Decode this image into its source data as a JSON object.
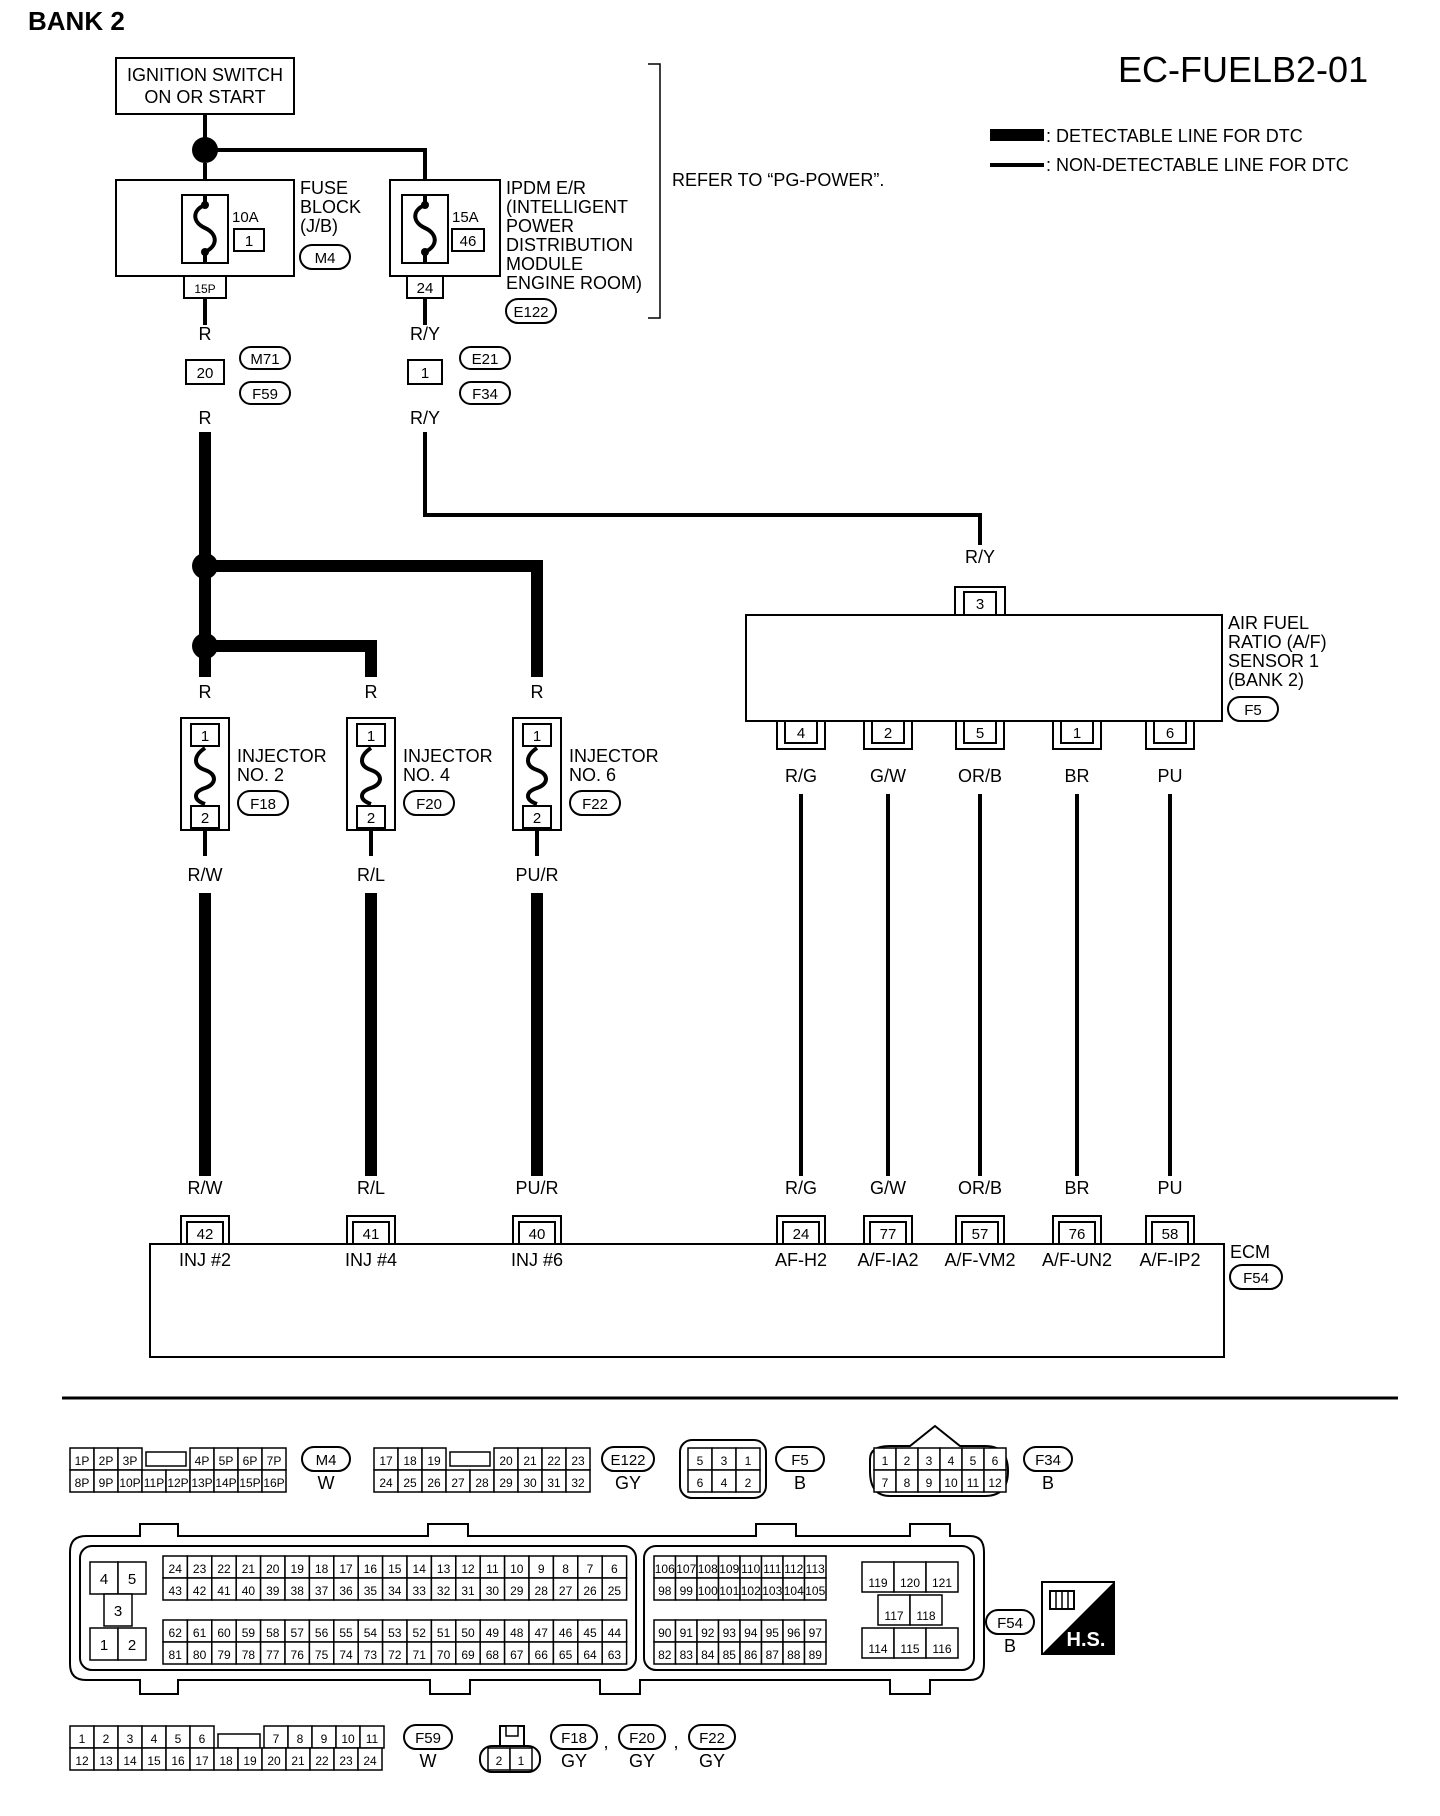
{
  "header": {
    "bank": "BANK 2",
    "code": "EC-FUELB2-01"
  },
  "legend": {
    "detectable": ": DETECTABLE LINE FOR DTC",
    "non_detectable": ": NON-DETECTABLE LINE FOR DTC"
  },
  "power": {
    "ignition": [
      "IGNITION SWITCH",
      "ON OR START"
    ],
    "refer": "REFER TO “PG-POWER”.",
    "fuse_block": {
      "label": [
        "FUSE",
        "BLOCK",
        "(J/B)"
      ],
      "amp": "10A",
      "num": "1",
      "conn": "M4",
      "pin": "15P"
    },
    "ipdm": {
      "label": [
        "IPDM E/R",
        "(INTELLIGENT",
        "POWER",
        "DISTRIBUTION",
        "MODULE",
        "ENGINE ROOM)"
      ],
      "amp": "15A",
      "num": "46",
      "conn": "E122",
      "pin": "24"
    }
  },
  "splices": {
    "left": {
      "pin": "20",
      "conns": [
        "M71",
        "F59"
      ],
      "color_top": "R",
      "color_bottom": "R"
    },
    "right": {
      "pin": "1",
      "conns": [
        "E21",
        "F34"
      ],
      "color_top": "R/Y",
      "color_bottom": "R/Y"
    }
  },
  "injectors": [
    {
      "name": [
        "INJECTOR",
        "NO. 2"
      ],
      "conn": "F18",
      "pin_top": "1",
      "pin_bottom": "2",
      "wire_in": "R",
      "wire_out": "R/W",
      "ecm_color": "R/W",
      "ecm_pin": "42",
      "ecm_label": "INJ #2"
    },
    {
      "name": [
        "INJECTOR",
        "NO. 4"
      ],
      "conn": "F20",
      "pin_top": "1",
      "pin_bottom": "2",
      "wire_in": "R",
      "wire_out": "R/L",
      "ecm_color": "R/L",
      "ecm_pin": "41",
      "ecm_label": "INJ #4"
    },
    {
      "name": [
        "INJECTOR",
        "NO. 6"
      ],
      "conn": "F22",
      "pin_top": "1",
      "pin_bottom": "2",
      "wire_in": "R",
      "wire_out": "PU/R",
      "ecm_color": "PU/R",
      "ecm_pin": "40",
      "ecm_label": "INJ #6"
    }
  ],
  "af_sensor": {
    "label": [
      "AIR FUEL",
      "RATIO (A/F)",
      "SENSOR 1",
      "(BANK 2)"
    ],
    "conn": "F5",
    "feed_color": "R/Y",
    "feed_pin": "3",
    "pins": [
      {
        "pin": "4",
        "color": "R/G",
        "ecm_pin": "24",
        "ecm_label": "AF-H2"
      },
      {
        "pin": "2",
        "color": "G/W",
        "ecm_pin": "77",
        "ecm_label": "A/F-IA2"
      },
      {
        "pin": "5",
        "color": "OR/B",
        "ecm_pin": "57",
        "ecm_label": "A/F-VM2"
      },
      {
        "pin": "1",
        "color": "BR",
        "ecm_pin": "76",
        "ecm_label": "A/F-UN2"
      },
      {
        "pin": "6",
        "color": "PU",
        "ecm_pin": "58",
        "ecm_label": "A/F-IP2"
      }
    ]
  },
  "ecm": {
    "label": "ECM",
    "conn": "F54"
  },
  "connectors": {
    "m4": {
      "row1": [
        "1P",
        "2P",
        "3P",
        "4P",
        "5P",
        "6P",
        "7P"
      ],
      "row2": [
        "8P",
        "9P",
        "10P",
        "11P",
        "12P",
        "13P",
        "14P",
        "15P",
        "16P"
      ],
      "name": "M4",
      "color": "W"
    },
    "e122": {
      "row1": [
        "17",
        "18",
        "19",
        "20",
        "21",
        "22",
        "23"
      ],
      "row2": [
        "24",
        "25",
        "26",
        "27",
        "28",
        "29",
        "30",
        "31",
        "32"
      ],
      "name": "E122",
      "color": "GY"
    },
    "f5": {
      "row1": [
        "5",
        "3",
        "1"
      ],
      "row2": [
        "6",
        "4",
        "2"
      ],
      "name": "F5",
      "color": "B"
    },
    "f34": {
      "row1": [
        "1",
        "2",
        "3",
        "4",
        "5",
        "6"
      ],
      "row2": [
        "7",
        "8",
        "9",
        "10",
        "11",
        "12"
      ],
      "name": "F34",
      "color": "B"
    },
    "f54": {
      "name": "F54",
      "color": "B",
      "left_block": [
        "4",
        "5",
        "3",
        "1",
        "2"
      ],
      "a_row1": [
        "24",
        "23",
        "22",
        "21",
        "20",
        "19",
        "18",
        "17",
        "16",
        "15",
        "14",
        "13",
        "12",
        "11",
        "10",
        "9",
        "8",
        "7",
        "6"
      ],
      "a_row2": [
        "43",
        "42",
        "41",
        "40",
        "39",
        "38",
        "37",
        "36",
        "35",
        "34",
        "33",
        "32",
        "31",
        "30",
        "29",
        "28",
        "27",
        "26",
        "25"
      ],
      "a_row3": [
        "62",
        "61",
        "60",
        "59",
        "58",
        "57",
        "56",
        "55",
        "54",
        "53",
        "52",
        "51",
        "50",
        "49",
        "48",
        "47",
        "46",
        "45",
        "44"
      ],
      "a_row4": [
        "81",
        "80",
        "79",
        "78",
        "77",
        "76",
        "75",
        "74",
        "73",
        "72",
        "71",
        "70",
        "69",
        "68",
        "67",
        "66",
        "65",
        "64",
        "63"
      ],
      "b_row1": [
        "106",
        "107",
        "108",
        "109",
        "110",
        "111",
        "112",
        "113"
      ],
      "b_row2": [
        "98",
        "99",
        "100",
        "101",
        "102",
        "103",
        "104",
        "105"
      ],
      "b_row3": [
        "90",
        "91",
        "92",
        "93",
        "94",
        "95",
        "96",
        "97"
      ],
      "b_row4": [
        "82",
        "83",
        "84",
        "85",
        "86",
        "87",
        "88",
        "89"
      ],
      "c_row1": [
        "119",
        "120",
        "121"
      ],
      "c_row2": [
        "117",
        "118"
      ],
      "c_row3": [
        "114",
        "115",
        "116"
      ]
    },
    "f59": {
      "row1": [
        "1",
        "2",
        "3",
        "4",
        "5",
        "6",
        "7",
        "8",
        "9",
        "10",
        "11"
      ],
      "row2": [
        "12",
        "13",
        "14",
        "15",
        "16",
        "17",
        "18",
        "19",
        "20",
        "21",
        "22",
        "23",
        "24"
      ],
      "name": "F59",
      "color": "W"
    },
    "inj": {
      "pins": [
        "2",
        "1"
      ],
      "names": [
        "F18",
        "F20",
        "F22"
      ],
      "colors": [
        "GY",
        "GY",
        "GY"
      ],
      "sep": ","
    }
  },
  "hs": {
    "label": "H.S."
  }
}
